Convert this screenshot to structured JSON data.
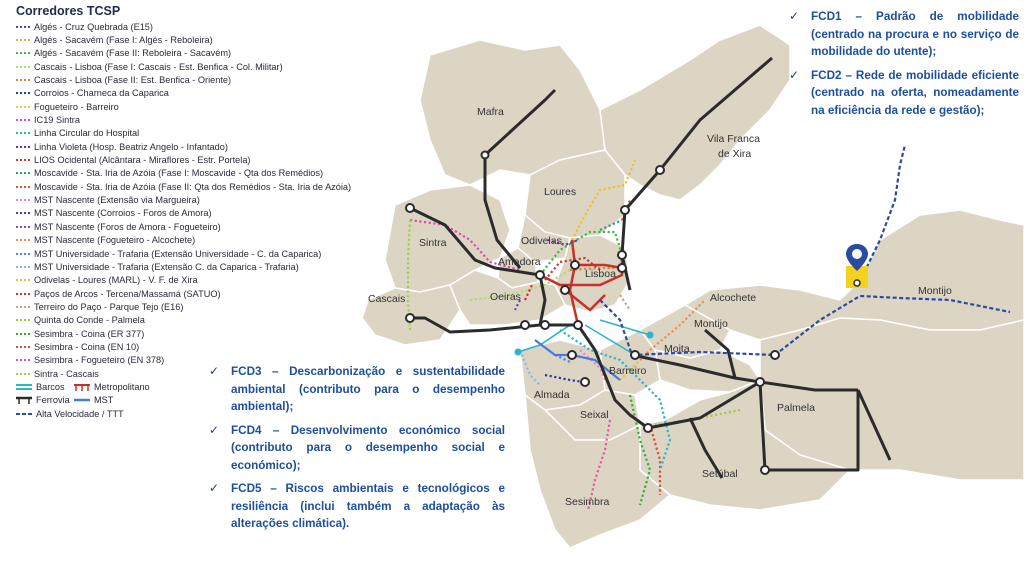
{
  "legend": {
    "title": "Corredores TCSP",
    "items": [
      {
        "label": "Algés -  Cruz Quebrada (E15)",
        "color": "#4a4fb0",
        "style": "dotted"
      },
      {
        "label": "Algés - Sacavém (Fase I: Algés - Reboleira)",
        "color": "#e3b637",
        "style": "dotted"
      },
      {
        "label": "Algés - Sacavém (Fase II: Reboleira - Sacavém)",
        "color": "#46b446",
        "style": "dotted"
      },
      {
        "label": "Cascais - Lisboa (Fase I: Cascais - Est. Benfica - Col. Militar)",
        "color": "#b5d96c",
        "style": "dotted"
      },
      {
        "label": "Cascais - Lisboa (Fase II: Est. Benfica - Oriente)",
        "color": "#c98a3a",
        "style": "dotted"
      },
      {
        "label": "Corroios - Charneca da Caparica",
        "color": "#2a3aa0",
        "style": "dotted"
      },
      {
        "label": "Fogueteiro - Barreiro",
        "color": "#f0c64a",
        "style": "dotted"
      },
      {
        "label": "IC19 Sintra",
        "color": "#e04aa8",
        "style": "dotted"
      },
      {
        "label": "Linha Circular do Hospital",
        "color": "#2ab5c8",
        "style": "dotted"
      },
      {
        "label": "Linha Violeta (Hosp. Beatriz Angelo - Infantado)",
        "color": "#7a2aa0",
        "style": "dotted"
      },
      {
        "label": "LIOS Ocidental (Alcântara - Miraflores - Estr. Portela)",
        "color": "#c83a3a",
        "style": "dotted"
      },
      {
        "label": "Moscavide - Sta. Iria de Azóia (Fase I: Moscavide - Qta dos Remédios)",
        "color": "#2a9a8a",
        "style": "dotted"
      },
      {
        "label": "Moscavide - Sta. Iria de Azóia (Fase II: Qta dos Remédios - Sta. Iria de Azóia)",
        "color": "#d85a2a",
        "style": "dotted"
      },
      {
        "label": "MST Nascente (Extensão via Margueira)",
        "color": "#e88ac0",
        "style": "dotted"
      },
      {
        "label": "MST Nascente (Corroios - Foros de Amora)",
        "color": "#5a3a9a",
        "style": "dotted"
      },
      {
        "label": "MST Nascente (Foros de Amora - Fogueteiro)",
        "color": "#9a4ab8",
        "style": "dotted"
      },
      {
        "label": "MST Nascente (Fogueteiro - Alcochete)",
        "color": "#e8904a",
        "style": "dotted"
      },
      {
        "label": "MST Universidade - Trafaria (Extensão Universidade - C. da Caparica)",
        "color": "#4a8ad8",
        "style": "dotted"
      },
      {
        "label": "MST Universidade - Trafaria (Extensão C. da Caparica - Trafaria)",
        "color": "#8ab8e0",
        "style": "dotted"
      },
      {
        "label": "Odivelas - Loures (MARL) - V. F. de Xira",
        "color": "#e8c02a",
        "style": "dotted"
      },
      {
        "label": "Paços de Arcos - Tercena/Massamá (SATUO)",
        "color": "#c8302a",
        "style": "dotted"
      },
      {
        "label": "Terreiro do Paço - Parque Tejo (E16)",
        "color": "#d8a06a",
        "style": "dotted"
      },
      {
        "label": "Quinta do Conde - Palmela",
        "color": "#a8c83a",
        "style": "dotted"
      },
      {
        "label": "Sesimbra - Coina (ER 377)",
        "color": "#3aa83a",
        "style": "dotted"
      },
      {
        "label": "Sesimbra - Coina (EN 10)",
        "color": "#d84a3a",
        "style": "dotted"
      },
      {
        "label": "Sesimbra - Fogueteiro (EN 378)",
        "color": "#e05aa0",
        "style": "dotted"
      },
      {
        "label": "Sintra - Cascais",
        "color": "#9ad04a",
        "style": "dotted"
      }
    ],
    "barcos": "Barcos",
    "metropolitano": "Metropolitano",
    "ferrovia": "Ferrovia",
    "mst": "MST",
    "alta_velocidade": "Alta Velocidade / TTT"
  },
  "map": {
    "towns": {
      "mafra": "Mafra",
      "vila_franca": "Vila Franca",
      "de_xira": "de Xira",
      "loures": "Loures",
      "odivelas": "Odivelas",
      "sintra": "Sintra",
      "amadora": "Amadora",
      "lisboa": "Lisboa",
      "cascais": "Cascais",
      "oeiras": "Oeiras",
      "alcochete": "Alcochete",
      "montijo_w": "Montijo",
      "montijo_e": "Montijo",
      "moita": "Moita",
      "barreiro": "Barreiro",
      "almada": "Almada",
      "seixal": "Seixal",
      "palmela": "Palmela",
      "setubal": "Setúbal",
      "sesimbra": "Sesimbra"
    },
    "colors": {
      "land": "#dcd5c4",
      "land_border": "#ffffff",
      "rail": "#2b2b2b",
      "hsr": "#2c4aa0",
      "airport": "#f2d21e"
    },
    "airport_icon": "airport-pin-icon"
  },
  "fcd_top": [
    {
      "text": "FCD1 – Padrão de mobilidade (centrado na procura e no serviço de mobilidade do utente);"
    },
    {
      "text": "FCD2 – Rede de mobilidade eficiente (centrado na oferta, nomeadamente na eficiência da rede e gestão);"
    }
  ],
  "fcd_bottom": [
    {
      "text": "FCD3 – Descarbonização e sustentabilidade ambiental (contributo para o desempenho ambiental);"
    },
    {
      "text": "FCD4 – Desenvolvimento económico social (contributo para o desempenho social e económico);"
    },
    {
      "text": "FCD5 – Riscos ambientais e tecnológicos e resiliência (inclui também a adaptação às alterações climática)."
    }
  ],
  "check_icon": "check-icon"
}
